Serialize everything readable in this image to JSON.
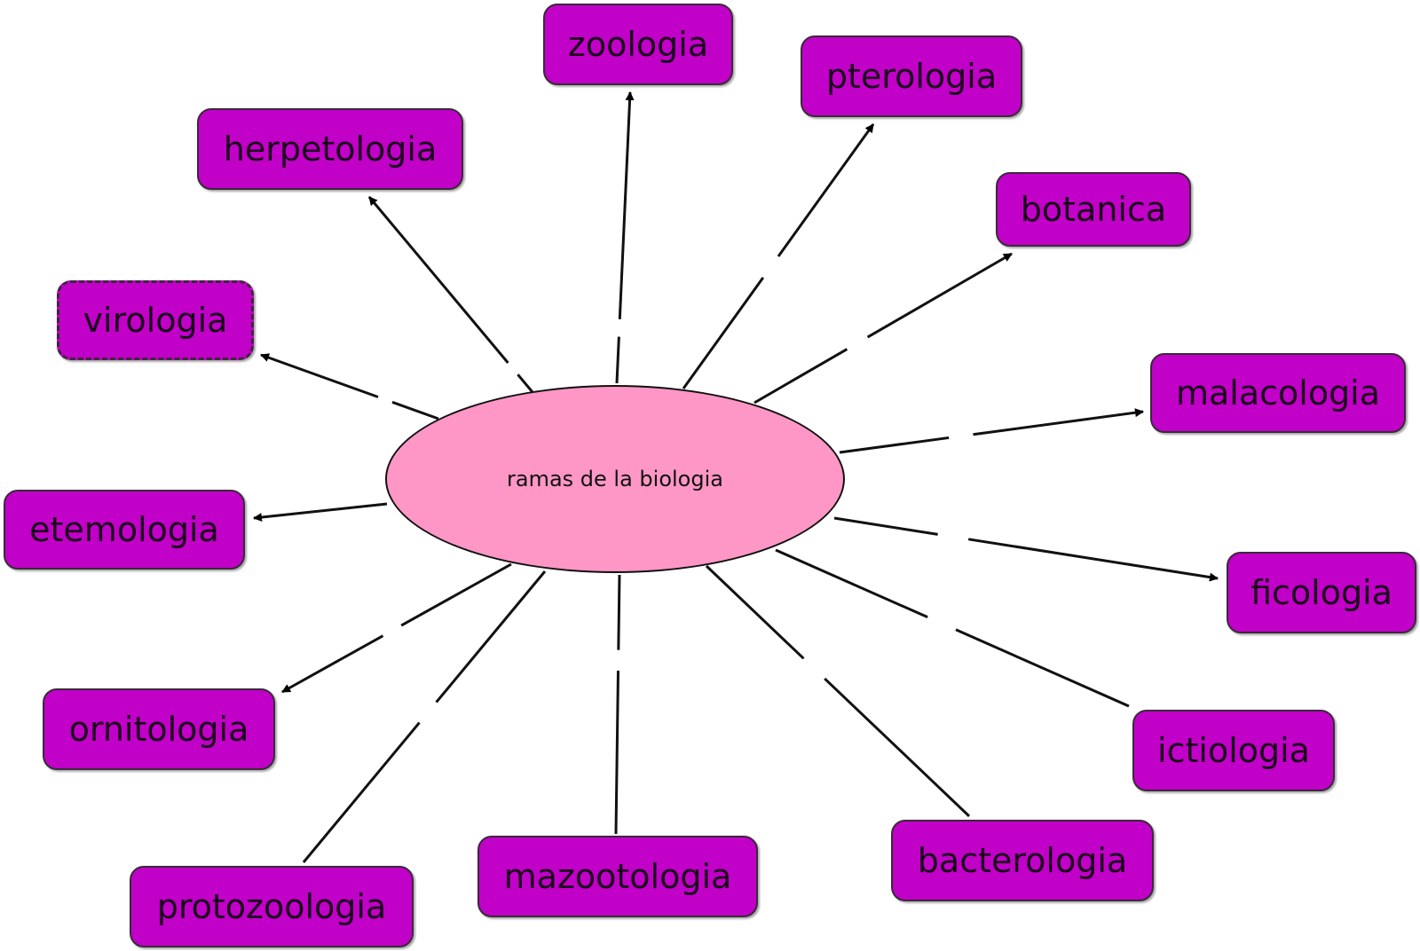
{
  "center": {
    "label": "ramas de la biologia",
    "color": "#ff97c6"
  },
  "node_color": "#c100c8",
  "nodes": [
    {
      "id": "zoologia",
      "label": "zoologia",
      "arrow": true,
      "dashed": false
    },
    {
      "id": "pterologia",
      "label": "pterologia",
      "arrow": true,
      "dashed": false
    },
    {
      "id": "herpetologia",
      "label": "herpetologia",
      "arrow": true,
      "dashed": false
    },
    {
      "id": "botanica",
      "label": "botanica",
      "arrow": true,
      "dashed": false
    },
    {
      "id": "virologia",
      "label": "virologia",
      "arrow": true,
      "dashed": true
    },
    {
      "id": "malacologia",
      "label": "malacologia",
      "arrow": true,
      "dashed": false
    },
    {
      "id": "etemologia",
      "label": "etemologia",
      "arrow": true,
      "dashed": false
    },
    {
      "id": "ficologia",
      "label": "ficologia",
      "arrow": true,
      "dashed": false
    },
    {
      "id": "ornitologia",
      "label": "ornitologia",
      "arrow": true,
      "dashed": false
    },
    {
      "id": "ictiologia",
      "label": "ictiologia",
      "arrow": false,
      "dashed": false
    },
    {
      "id": "bacterologia",
      "label": "bacterologia",
      "arrow": false,
      "dashed": false
    },
    {
      "id": "mazootologia",
      "label": "mazootologia",
      "arrow": false,
      "dashed": false
    },
    {
      "id": "protozoologia",
      "label": "protozoologia",
      "arrow": false,
      "dashed": false
    }
  ]
}
